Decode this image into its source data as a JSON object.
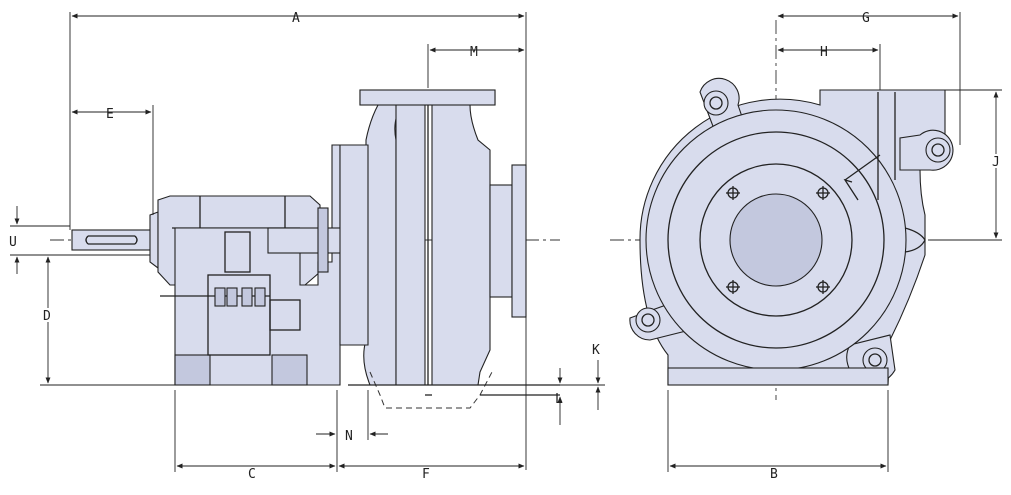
{
  "colors": {
    "body_fill": "#d8dced",
    "body_dark": "#c3c8de",
    "line": "#222222",
    "background": "#ffffff"
  },
  "labels": {
    "A": "A",
    "B": "B",
    "C": "C",
    "D": "D",
    "E": "E",
    "F": "F",
    "G": "G",
    "H": "H",
    "J": "J",
    "K": "K",
    "L": "L",
    "M": "M",
    "N": "N",
    "U": "U"
  }
}
